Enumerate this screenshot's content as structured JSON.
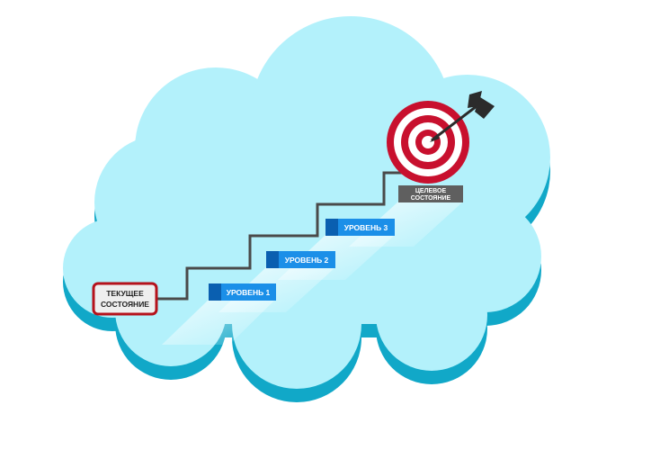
{
  "current_state": {
    "line1": "ТЕКУЩЕЕ",
    "line2": "СОСТОЯНИЕ"
  },
  "levels": [
    {
      "label": "УРОВЕНЬ 1"
    },
    {
      "label": "УРОВЕНЬ 2"
    },
    {
      "label": "УРОВЕНЬ 3"
    }
  ],
  "target_state": {
    "line1": "ЦЕЛЕВОЕ",
    "line2": "СОСТОЯНИЕ"
  },
  "colors": {
    "cloud_top": "#b3f1fb",
    "cloud_edge": "#11a8c8",
    "level_fill": "#1b8fe8",
    "level_dark": "#0a5fb0",
    "target_red": "#c8102e",
    "target_label_bg": "#5f5f5f",
    "current_border": "#b5121b"
  }
}
